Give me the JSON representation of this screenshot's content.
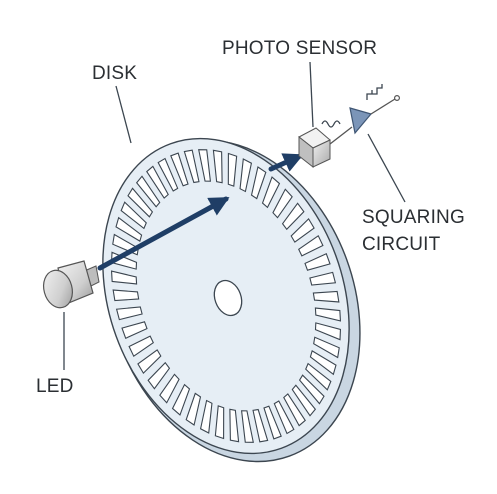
{
  "labels": {
    "photo_sensor": "PHOTO SENSOR",
    "disk": "DISK",
    "squaring": "SQUARING",
    "circuit": "CIRCUIT",
    "led": "LED"
  },
  "colors": {
    "disk_fill": "#e6eef5",
    "disk_stroke": "#3c4650",
    "slot_fill": "#ffffff",
    "beam": "#1f3e66",
    "squaring_triangle": "#7b95b8",
    "sensor_body": "#dcdcdc",
    "led_body": "#d9d9d9",
    "leader_line": "#3c4650",
    "text": "#2b2f33"
  },
  "icons": {
    "disk": "encoder-disk",
    "led": "led-icon",
    "photo_sensor": "photo-sensor-icon",
    "squaring_circuit": "buffer-triangle-icon",
    "input_waveform": "sine-wave-icon",
    "output_waveform": "square-wave-icon"
  }
}
